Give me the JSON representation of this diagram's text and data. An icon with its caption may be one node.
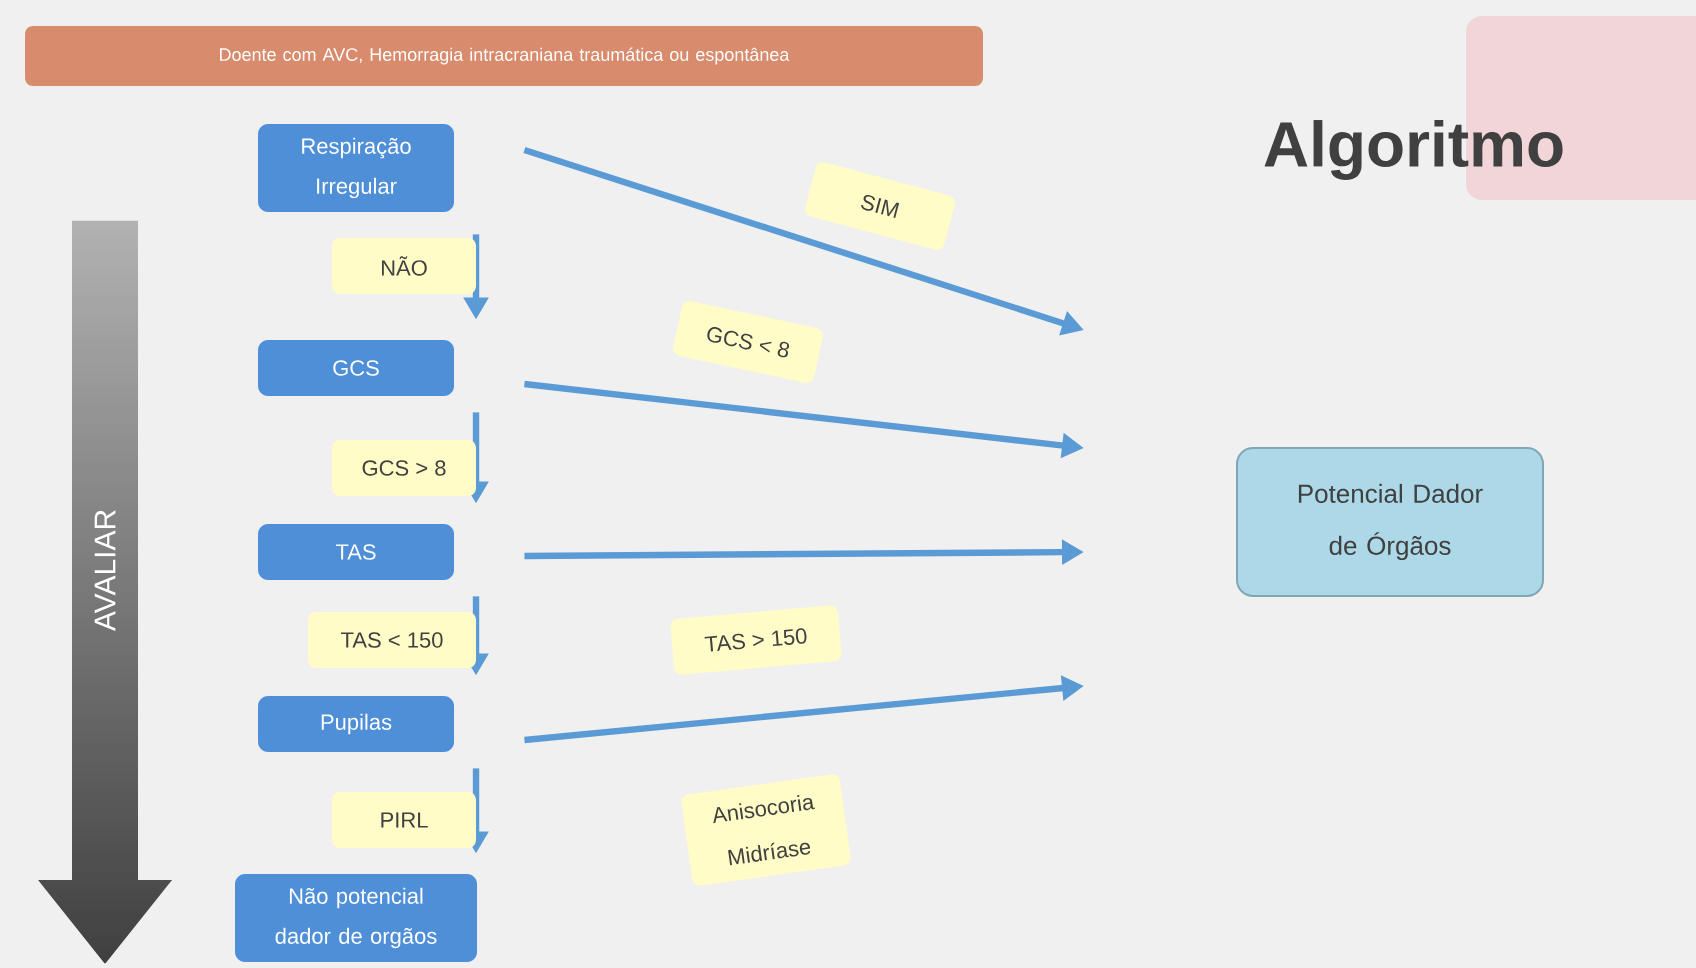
{
  "diagram": {
    "title": "Algoritmo",
    "nodes": [
      {
        "text": [
          "Doente com AVC, Hemorragia intracraniana traumática ou espontânea"
        ]
      },
      {
        "text": [
          "Respiração Irregular"
        ]
      },
      {
        "text": [
          "GCS"
        ]
      },
      {
        "text": [
          "TAS"
        ]
      },
      {
        "text": [
          "Pupilas"
        ]
      },
      {
        "text": [
          "Não potencial dador de orgãos"
        ]
      },
      {
        "text": [
          "Potencial Dador de Órgãos"
        ]
      },
      {
        "text": [
          "Anisocoria Midríase"
        ]
      }
    ],
    "edges": [
      {
        "from": 1,
        "to": 2,
        "arrow": "to",
        "label": "NÃO"
      },
      {
        "from": 2,
        "to": 3,
        "arrow": "to",
        "label": "GCS > 8"
      },
      {
        "from": 3,
        "to": 4,
        "arrow": "to",
        "label": "TAS < 150"
      },
      {
        "from": 4,
        "to": 5,
        "arrow": "to",
        "label": "PIRL"
      },
      {
        "from": 1,
        "to": null,
        "arrow": "to",
        "label": "SIM"
      },
      {
        "from": 2,
        "to": null,
        "arrow": "to",
        "label": "GCS < 8"
      },
      {
        "from": 3,
        "to": null,
        "arrow": "to"
      },
      {
        "from": 4,
        "to": null,
        "arrow": "to",
        "label": "TAS > 150"
      }
    ],
    "labels": [
      "AVALIAR"
    ]
  }
}
